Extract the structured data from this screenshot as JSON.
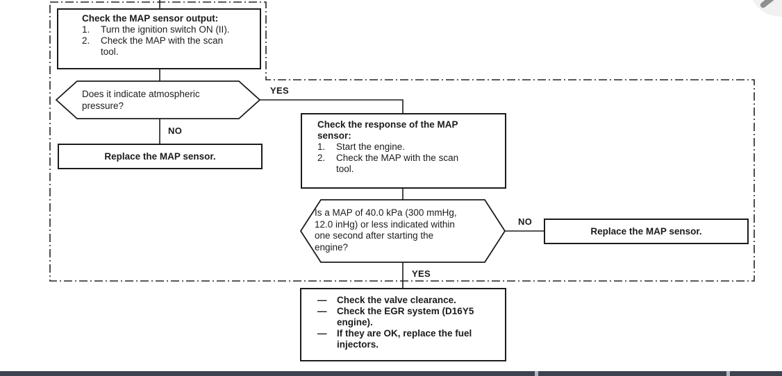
{
  "colors": {
    "ink": "#1b1b1b",
    "background": "#ffffff",
    "bottom_bar": "#3d4450",
    "bottom_bar_divider": "#b3b8be",
    "fab_background": "#f1f1f1",
    "fab_glyph": "#8f8f8f"
  },
  "flowchart": {
    "start_box": {
      "title": "Check the MAP sensor output:",
      "steps": [
        {
          "num": "1.",
          "lines": [
            "Turn the ignition switch ON (II)."
          ]
        },
        {
          "num": "2.",
          "lines": [
            "Check the MAP with the scan",
            "tool."
          ]
        }
      ]
    },
    "decision_atmospheric": {
      "lines": [
        "Does it indicate atmospheric",
        "pressure?"
      ],
      "yes_label": "YES",
      "no_label": "NO"
    },
    "replace_box_1": {
      "text": "Replace the MAP sensor."
    },
    "response_box": {
      "title_lines": [
        "Check the response of the MAP",
        "sensor:"
      ],
      "steps": [
        {
          "num": "1.",
          "lines": [
            "Start the engine."
          ]
        },
        {
          "num": "2.",
          "lines": [
            "Check the MAP with the scan",
            "tool."
          ]
        }
      ]
    },
    "decision_map_reading": {
      "lines": [
        "Is a MAP of 40.0 kPa (300 mmHg,",
        "12.0 inHg) or less indicated within",
        "one second after starting the",
        "engine?"
      ],
      "no_label": "NO",
      "yes_label": "YES"
    },
    "replace_box_2": {
      "text": "Replace the MAP sensor."
    },
    "final_box": {
      "items": [
        {
          "bullet": "—",
          "lines": [
            "Check the valve clearance."
          ]
        },
        {
          "bullet": "—",
          "lines": [
            "Check the EGR system (D16Y5",
            "engine)."
          ]
        },
        {
          "bullet": "—",
          "lines": [
            "If they are OK, replace the fuel",
            "injectors."
          ]
        }
      ]
    }
  },
  "fab": {
    "icon": "pencil-icon"
  }
}
